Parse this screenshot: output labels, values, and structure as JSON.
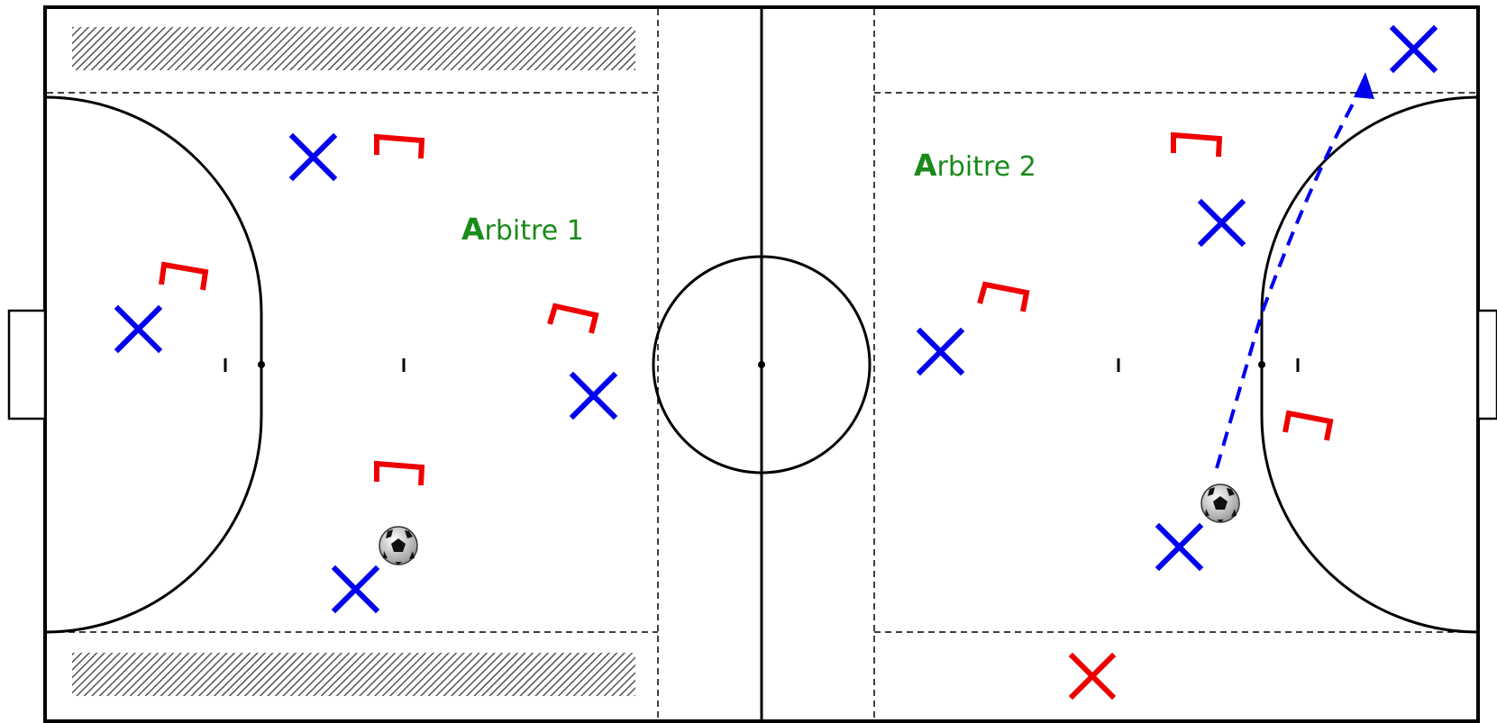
{
  "court": {
    "colors": {
      "lines": "#000000",
      "attacker": "#0000ee",
      "defender": "#ee0000",
      "referee_label": "#1a8a1a",
      "hatch": "#555555",
      "pass_arrow": "#0000ee"
    }
  },
  "referees": [
    {
      "initial": "A",
      "rest": "rbitre 1"
    },
    {
      "initial": "A",
      "rest": "rbitre 2"
    }
  ],
  "markers": {
    "attacker_icon": "blue-x-marker",
    "defender_icon": "red-bracket-marker",
    "free_player_icon": "red-x-marker",
    "ball_icon": "soccer-ball"
  }
}
